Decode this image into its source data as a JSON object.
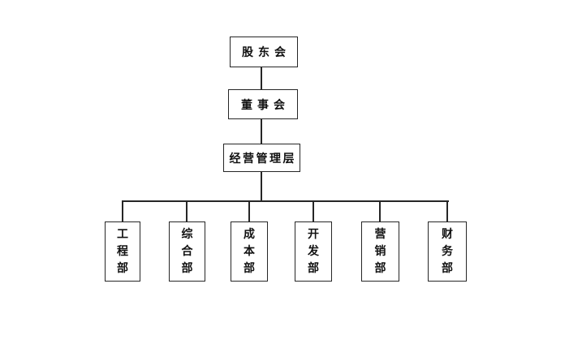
{
  "diagram": {
    "type": "org-chart",
    "hierarchy": [
      {
        "id": "shareholders",
        "label": "股东会"
      },
      {
        "id": "board",
        "label": "董事会"
      },
      {
        "id": "management",
        "label": "经营管理层"
      }
    ],
    "departments": [
      {
        "id": "engineering",
        "label": "工程部"
      },
      {
        "id": "general-affairs",
        "label": "综合部"
      },
      {
        "id": "cost",
        "label": "成本部"
      },
      {
        "id": "development",
        "label": "开发部"
      },
      {
        "id": "marketing",
        "label": "营销部"
      },
      {
        "id": "finance",
        "label": "财务部"
      }
    ],
    "colors": {
      "background": "#ffffff",
      "box_fill": "#ffffff",
      "line": "#262626",
      "text": "#111111"
    }
  }
}
